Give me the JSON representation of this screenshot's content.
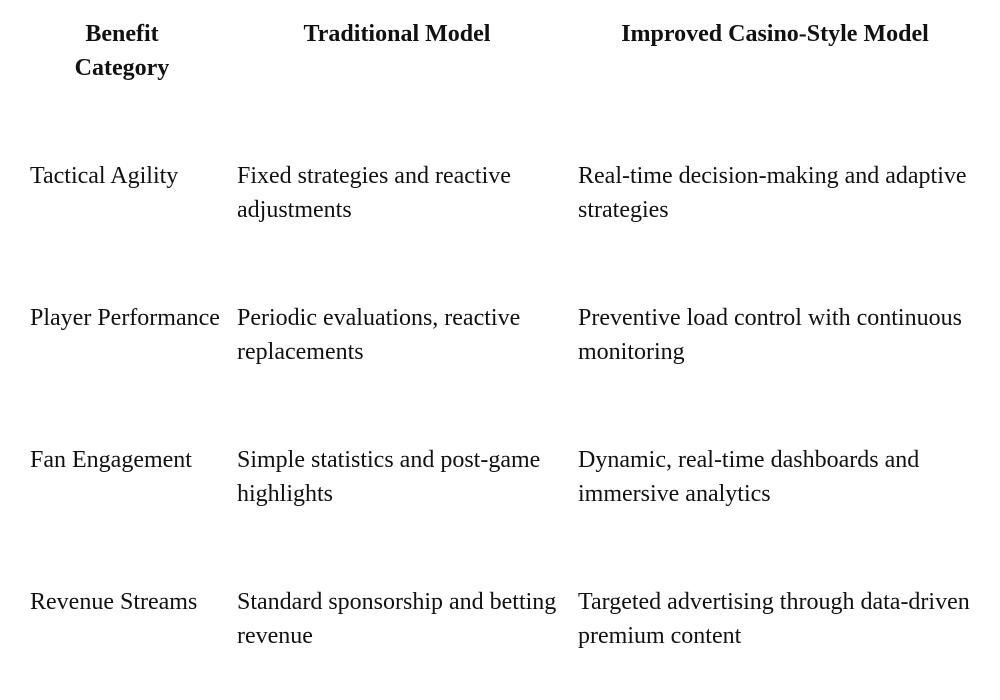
{
  "table": {
    "headers": [
      "Benefit Category",
      "Traditional Model",
      "Improved Casino-Style Model"
    ],
    "rows": [
      {
        "category": "Tactical Agility",
        "traditional": "Fixed strategies and reactive adjustments",
        "improved": "Real-time decision-making and adaptive strategies"
      },
      {
        "category": "Player Performance",
        "traditional": "Periodic evaluations, reactive replacements",
        "improved": "Preventive load control with continuous monitoring"
      },
      {
        "category": "Fan Engagement",
        "traditional": "Simple statistics and post-game highlights",
        "improved": "Dynamic, real-time dashboards and immersive analytics"
      },
      {
        "category": "Revenue Streams",
        "traditional": "Standard sponsorship and betting revenue",
        "improved": "Targeted advertising through data-driven premium content"
      }
    ]
  }
}
